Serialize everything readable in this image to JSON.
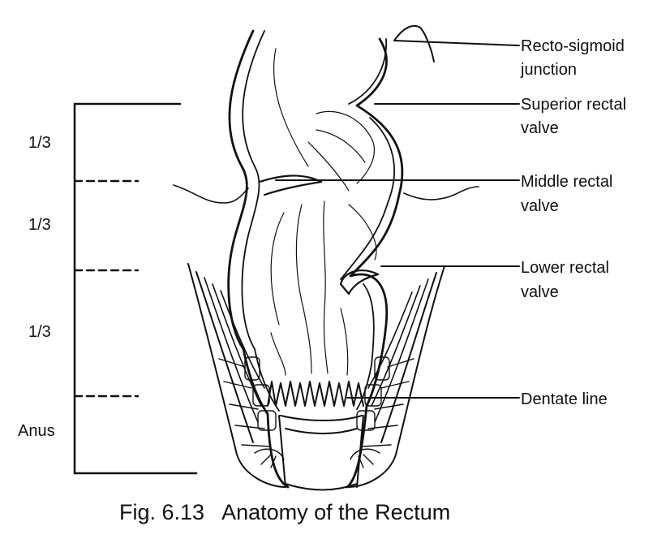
{
  "diagram": {
    "caption": "Fig. 6.13   Anatomy of the Rectum",
    "sections": [
      {
        "label": "1/3"
      },
      {
        "label": "1/3"
      },
      {
        "label": "1/3"
      },
      {
        "label": "Anus"
      }
    ],
    "callouts": [
      {
        "lines": [
          "Recto-sigmoid",
          "junction"
        ]
      },
      {
        "lines": [
          "Superior rectal",
          "valve"
        ]
      },
      {
        "lines": [
          "Middle rectal",
          "valve"
        ]
      },
      {
        "lines": [
          "Lower rectal",
          "valve"
        ]
      },
      {
        "lines": [
          "Dentate line"
        ]
      }
    ]
  }
}
